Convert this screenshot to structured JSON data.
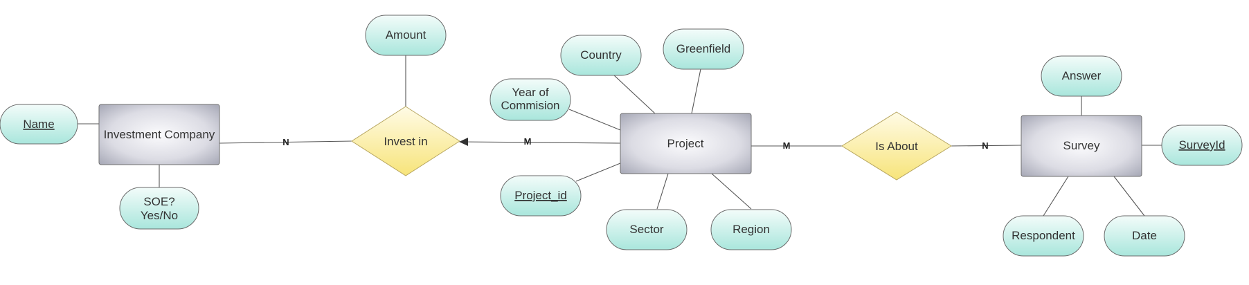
{
  "entities": {
    "investment_company": "Investment Company",
    "project": "Project",
    "survey": "Survey"
  },
  "relationships": {
    "invest_in": "Invest in",
    "is_about": "Is About"
  },
  "attributes": {
    "name": "Name",
    "soe_line1": "SOE?",
    "soe_line2": "Yes/No",
    "amount": "Amount",
    "country": "Country",
    "greenfield": "Greenfield",
    "year_line1": "Year of",
    "year_line2": "Commision",
    "project_id": "Project_id",
    "sector": "Sector",
    "region": "Region",
    "answer": "Answer",
    "survey_id": "SurveyId",
    "respondent": "Respondent",
    "date": "Date"
  },
  "cardinalities": {
    "company_invest": "N",
    "invest_project": "M",
    "project_about": "M",
    "about_survey": "N"
  }
}
